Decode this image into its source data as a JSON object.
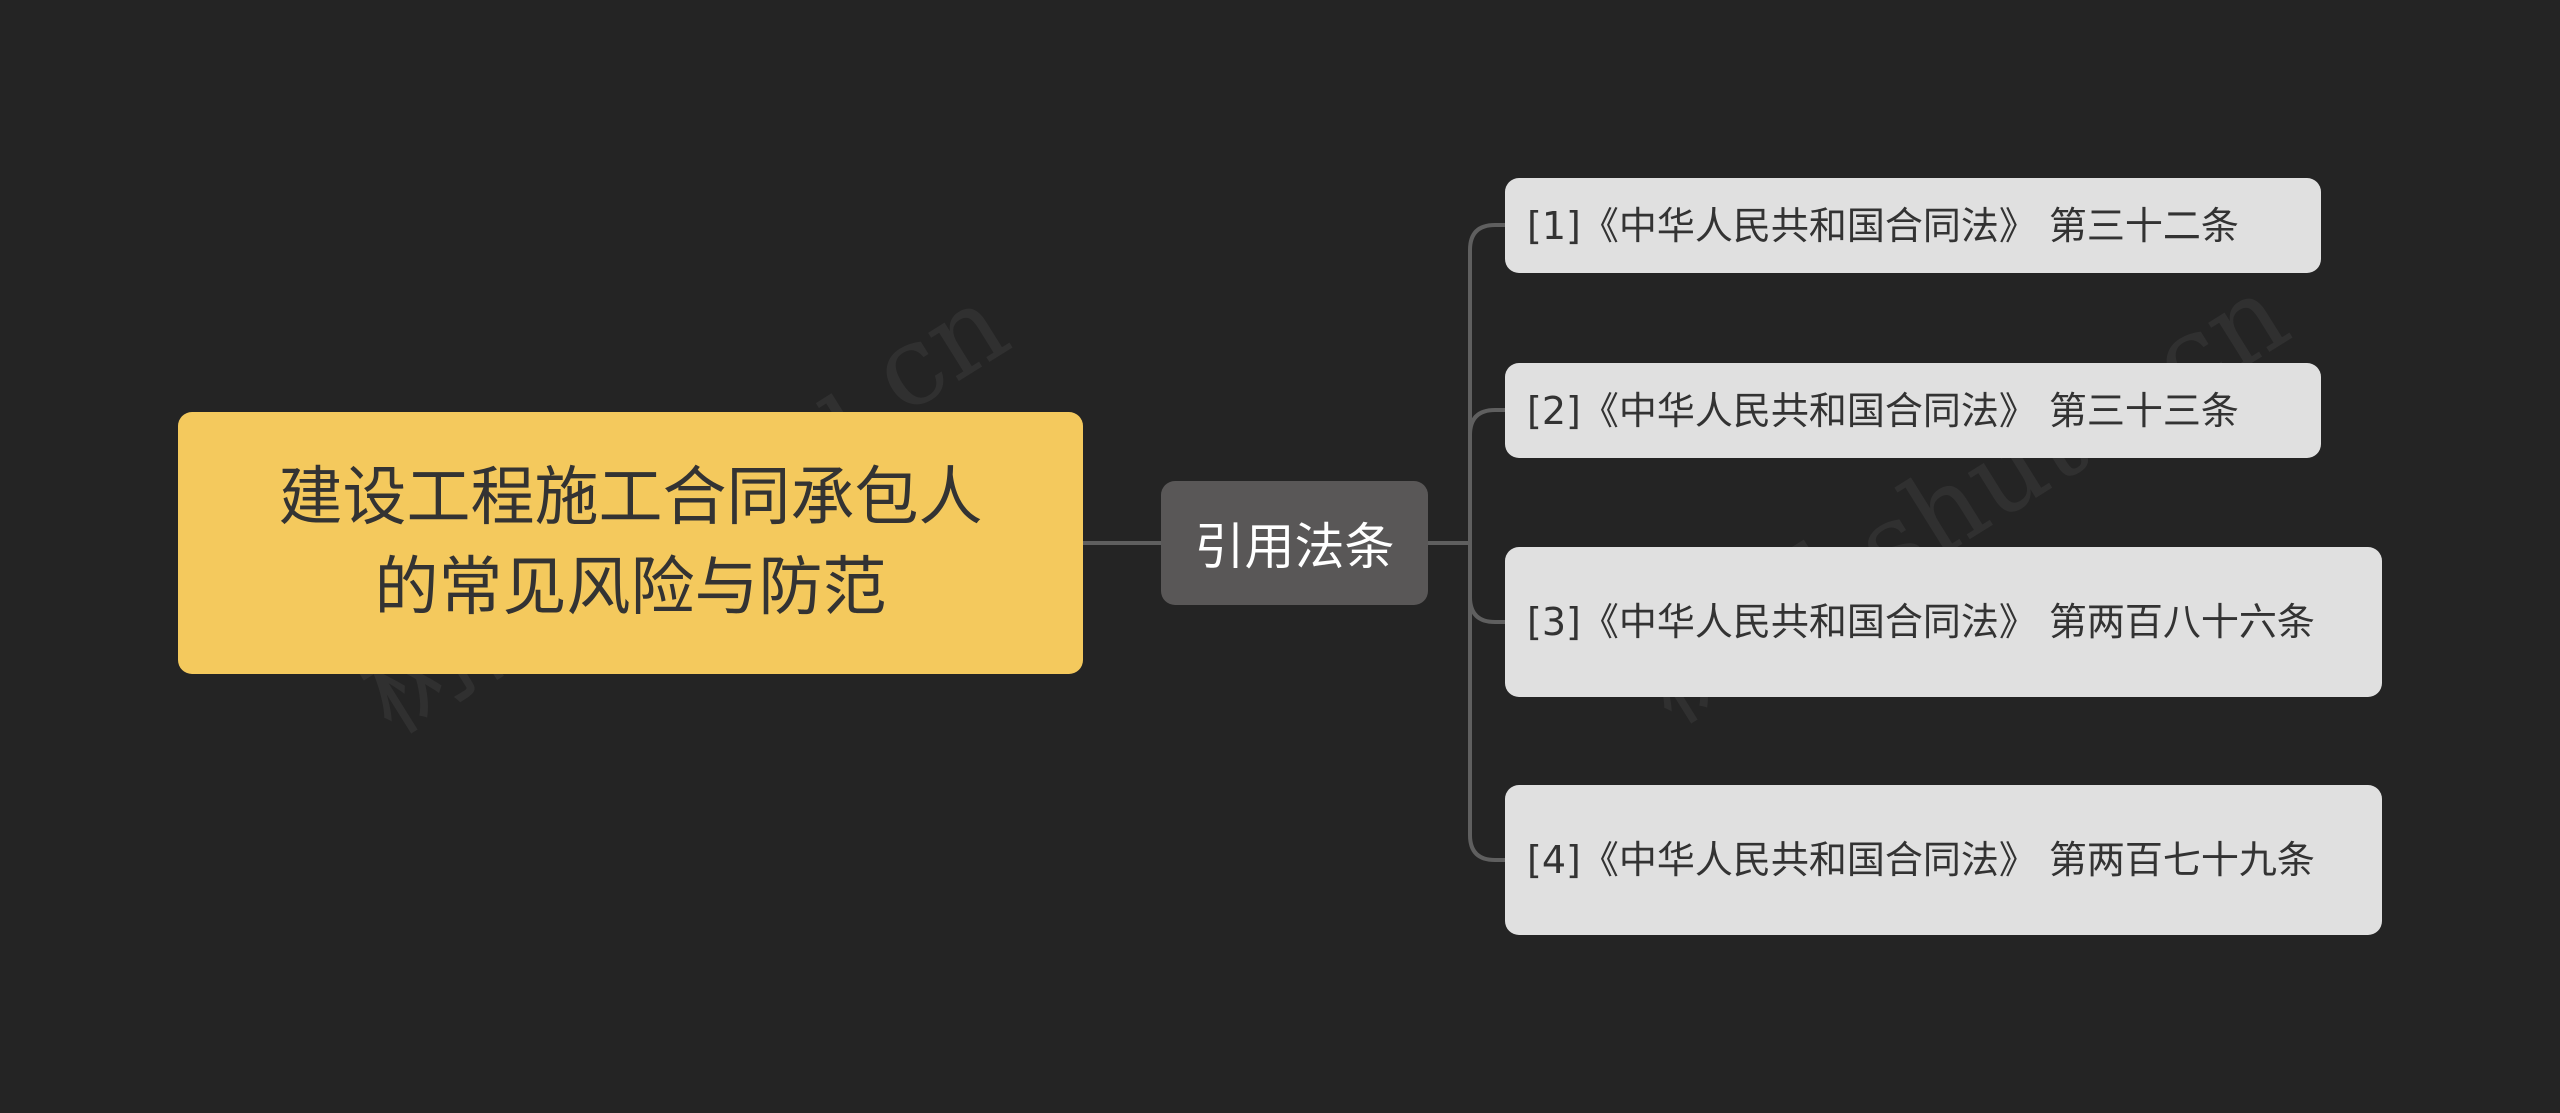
{
  "colors": {
    "background": "#242424",
    "root_fill": "#f4c95d",
    "mid_fill": "#595757",
    "leaf_fill": "#e0e0e0",
    "connector": "#5f5f5f"
  },
  "mindmap": {
    "root": {
      "line1": "建设工程施工合同承包人",
      "line2": "的常见风险与防范"
    },
    "branch": {
      "label": "引用法条"
    },
    "leaves": [
      {
        "label": "[1]《中华人民共和国合同法》 第三十二条"
      },
      {
        "label": "[2]《中华人民共和国合同法》 第三十三条"
      },
      {
        "label": "[3]《中华人民共和国合同法》 第两百八十六条"
      },
      {
        "label": "[4]《中华人民共和国合同法》 第两百七十九条"
      }
    ]
  },
  "watermarks": [
    "树图 shutu.cn",
    "树图 shutu.cn"
  ]
}
